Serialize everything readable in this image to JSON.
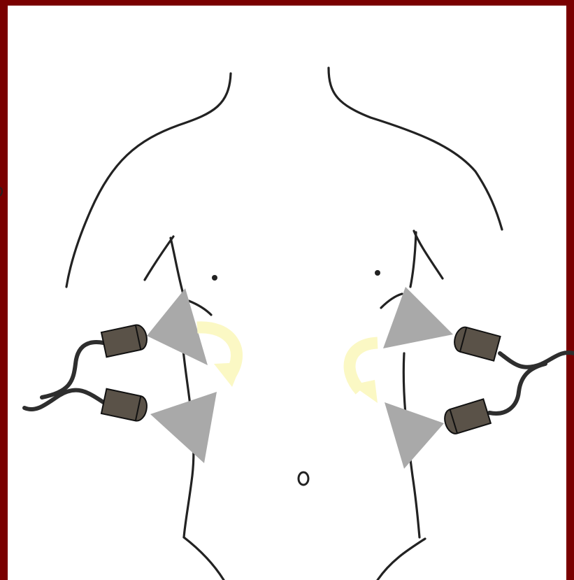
{
  "frame": {
    "border_color": "#7a0000",
    "background": "#ffffff"
  },
  "body_outline": {
    "color": "#222222"
  },
  "probes": {
    "body_color": "#5a5248",
    "beam_color": "#a9a9a9",
    "cable_color": "#2e2e2e",
    "count": 4
  },
  "arrows": {
    "color": "#fbf8c4",
    "left_icon": "curved-arrow-clockwise",
    "right_icon": "curved-arrow-counterclockwise"
  }
}
